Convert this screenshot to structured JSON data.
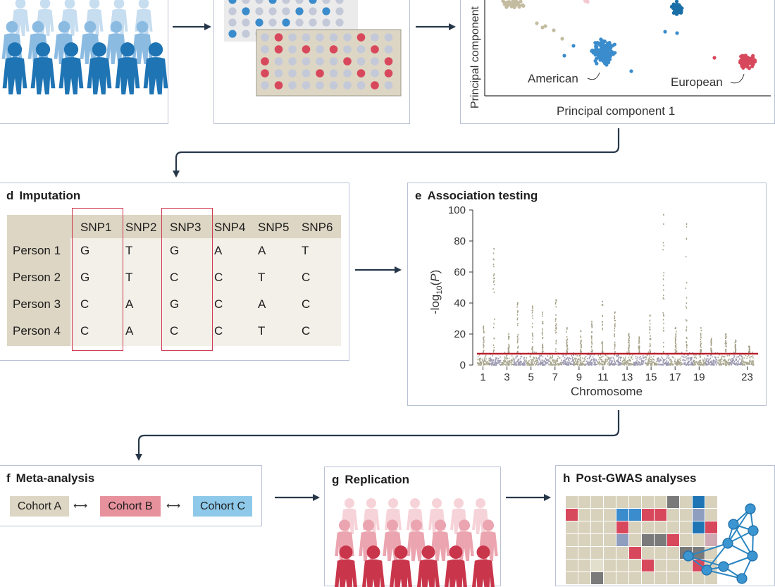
{
  "colors": {
    "blue_dark": "#1a6fa8",
    "blue": "#3a8ccc",
    "blue_light": "#9ec6e6",
    "red": "#d8485c",
    "red_light": "#f2c9cf",
    "beige": "#d8d2bd",
    "beige_dark": "#c4bca0",
    "grey_dot": "#c3c9d8",
    "panel_border": "#b9c2d6",
    "arrow": "#27374a",
    "threshold": "#b81d2a",
    "cohort_a": "#ddd6c4",
    "cohort_b": "#e7919d",
    "cohort_c": "#8ec9ea"
  },
  "icons": {
    "population": "people-silhouette-icon",
    "genotype": "genotype-dot-array-icon",
    "network": "network-graph-icon",
    "heatmap": "heatmap-icon"
  },
  "pca": {
    "ylabel": "Principal component",
    "xlabel": "Principal component 1",
    "labels": {
      "american": "American",
      "european": "European"
    }
  },
  "imputation": {
    "letter": "d",
    "title": "Imputation",
    "columns": [
      "SNP1",
      "SNP2",
      "SNP3",
      "SNP4",
      "SNP5",
      "SNP6"
    ],
    "rows": [
      {
        "label": "Person 1",
        "values": [
          "G",
          "T",
          "G",
          "A",
          "A",
          "T"
        ]
      },
      {
        "label": "Person 2",
        "values": [
          "G",
          "T",
          "C",
          "C",
          "T",
          "C"
        ]
      },
      {
        "label": "Person 3",
        "values": [
          "C",
          "A",
          "G",
          "C",
          "A",
          "C"
        ]
      },
      {
        "label": "Person 4",
        "values": [
          "C",
          "A",
          "C",
          "C",
          "T",
          "C"
        ]
      }
    ],
    "highlighted_columns": [
      "SNP1",
      "SNP3"
    ]
  },
  "association": {
    "letter": "e",
    "title": "Association testing"
  },
  "chart_data": {
    "type": "scatter",
    "subtype": "manhattan",
    "title": "",
    "xlabel": "Chromosome",
    "ylabel": "-log10(P)",
    "ylim": [
      0,
      100
    ],
    "yticks": [
      0,
      20,
      40,
      60,
      80,
      100
    ],
    "xticks": [
      "1",
      "3",
      "5",
      "7",
      "9",
      "11",
      "13",
      "15",
      "17",
      "19",
      "23"
    ],
    "chromosomes": [
      "1",
      "2",
      "3",
      "4",
      "5",
      "6",
      "7",
      "8",
      "9",
      "10",
      "11",
      "12",
      "13",
      "14",
      "15",
      "16",
      "17",
      "18",
      "19",
      "20",
      "21",
      "22",
      "23"
    ],
    "threshold": 7.3,
    "grid": false,
    "series": [
      {
        "peaks": [
          {
            "chromosome": "1",
            "max": 25
          },
          {
            "chromosome": "2",
            "max": 75
          },
          {
            "chromosome": "3",
            "max": 20
          },
          {
            "chromosome": "4",
            "max": 40
          },
          {
            "chromosome": "5",
            "max": 38
          },
          {
            "chromosome": "6",
            "max": 34
          },
          {
            "chromosome": "7",
            "max": 42
          },
          {
            "chromosome": "8",
            "max": 24
          },
          {
            "chromosome": "9",
            "max": 22
          },
          {
            "chromosome": "10",
            "max": 28
          },
          {
            "chromosome": "11",
            "max": 41
          },
          {
            "chromosome": "12",
            "max": 34
          },
          {
            "chromosome": "13",
            "max": 20
          },
          {
            "chromosome": "14",
            "max": 18
          },
          {
            "chromosome": "15",
            "max": 32
          },
          {
            "chromosome": "16",
            "max": 97
          },
          {
            "chromosome": "17",
            "max": 24
          },
          {
            "chromosome": "18",
            "max": 91
          },
          {
            "chromosome": "19",
            "max": 24
          },
          {
            "chromosome": "20",
            "max": 17
          },
          {
            "chromosome": "21",
            "max": 20
          },
          {
            "chromosome": "22",
            "max": 16
          },
          {
            "chromosome": "23",
            "max": 12
          }
        ]
      }
    ]
  },
  "meta": {
    "letter": "f",
    "title": "Meta-analysis",
    "cohorts": [
      "Cohort A",
      "Cohort B",
      "Cohort C"
    ]
  },
  "replication": {
    "letter": "g",
    "title": "Replication"
  },
  "post": {
    "letter": "h",
    "title": "Post-GWAS analyses"
  }
}
